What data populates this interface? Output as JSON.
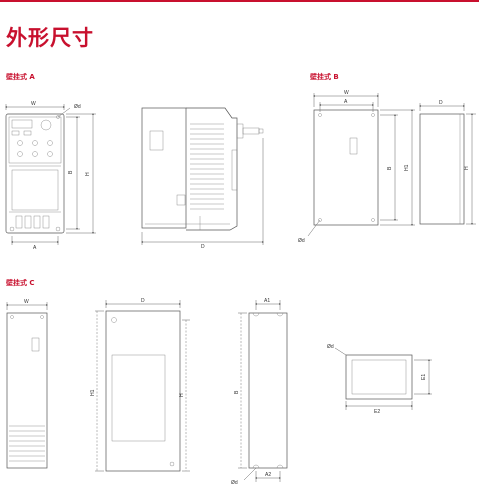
{
  "page": {
    "title": "外形尺寸"
  },
  "sections": {
    "a": "壁挂式 A",
    "b": "壁挂式 B",
    "c": "壁挂式 C"
  },
  "labels": {
    "w": "W",
    "h": "H",
    "h1": "H1",
    "d": "D",
    "a": "A",
    "a1": "A1",
    "a2": "A2",
    "b": "B",
    "e1": "E1",
    "e2": "E2",
    "od": "Ød"
  },
  "colors": {
    "accent": "#c8102e",
    "line": "#555555"
  }
}
